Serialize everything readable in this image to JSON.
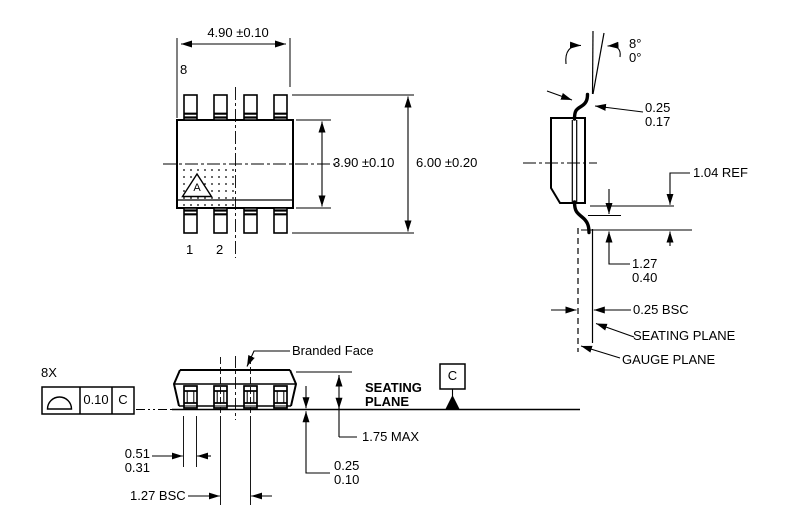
{
  "top_view": {
    "dim_width": "4.90 ±0.10",
    "dim_body": "3.90 ±0.10",
    "dim_overall": "6.00 ±0.20",
    "pin_8": "8",
    "pin_1": "1",
    "pin_2": "2",
    "pin1_marker": "A"
  },
  "side_view": {
    "lead_count": "8X",
    "flatness_tolerance": "0.10",
    "datum_letter": "C",
    "branded_face": "Branded Face",
    "seating_plane_word1": "SEATING",
    "seating_plane_word2": "PLANE",
    "datum_flag": "C",
    "dim_height_max": "1.75 MAX",
    "dim_standoff_max": "0.25",
    "dim_standoff_min": "0.10",
    "dim_lead_width_max": "0.51",
    "dim_lead_width_min": "0.31",
    "dim_pitch": "1.27 BSC"
  },
  "lead_detail": {
    "dim_angle_max": "8°",
    "dim_angle_min": "0°",
    "dim_lead_thickness_max": "0.25",
    "dim_lead_thickness_min": "0.17",
    "dim_setback_ref": "1.04 REF",
    "dim_foot_length_max": "1.27",
    "dim_foot_length_min": "0.40",
    "dim_gauge_offset": "0.25 BSC",
    "seating_plane_label": "SEATING PLANE",
    "gauge_plane_label": "GAUGE PLANE"
  },
  "colors": {
    "line": "#000000",
    "background": "#ffffff"
  }
}
